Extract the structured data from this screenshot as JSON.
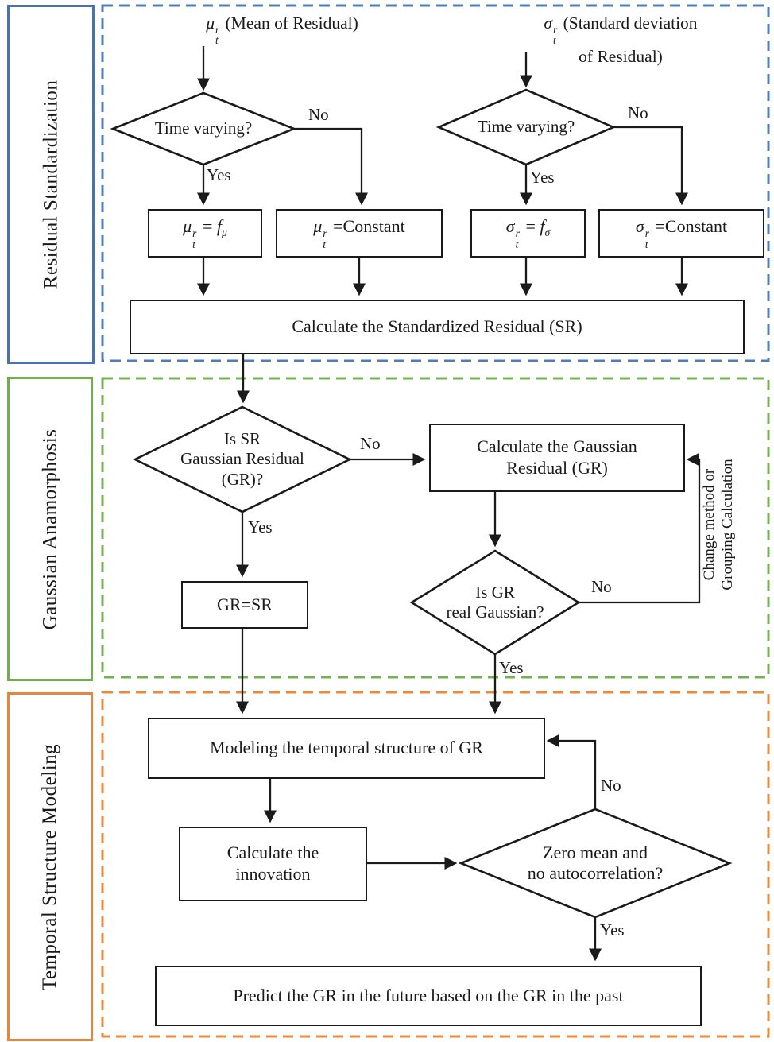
{
  "colors": {
    "section1_border": "#4a72ae",
    "section2_border": "#71ad4d",
    "section3_border": "#e8843c",
    "line": "#1a1a1a"
  },
  "sections": [
    {
      "label": "Residual Standardization"
    },
    {
      "label": "Gaussian Anamorphosis"
    },
    {
      "label": "Temporal Structure Modeling"
    }
  ],
  "inputs": {
    "mu": {
      "sym": "μ",
      "sup": "r",
      "sub": "t",
      "desc": " (Mean of Residual)"
    },
    "sigma": {
      "sym": "σ",
      "sup": "r",
      "sub": "t",
      "desc1": " (Standard deviation",
      "desc2": "of Residual)"
    }
  },
  "decisions": {
    "d1": "Time varying?",
    "d2": "Time varying?",
    "d3": [
      "Is SR",
      "Gaussian Residual",
      "(GR)?"
    ],
    "d4": [
      "Is GR",
      "real Gaussian?"
    ],
    "d5": [
      "Zero mean and",
      "no autocorrelation?"
    ]
  },
  "boxes": {
    "mu_f": {
      "sym": "μ",
      "sup": "r",
      "sub": "t",
      "mid": " = ",
      "f": "f",
      "fsub": "μ"
    },
    "mu_c": {
      "sym": "μ",
      "sup": "r",
      "sub": "t",
      "mid": " =Constant"
    },
    "sigma_f": {
      "sym": "σ",
      "sup": "r",
      "sub": "t",
      "mid": " = ",
      "f": "f",
      "fsub": "σ"
    },
    "sigma_c": {
      "sym": "σ",
      "sup": "r",
      "sub": "t",
      "mid": " =Constant"
    },
    "calc_sr": "Calculate the Standardized Residual (SR)",
    "calc_gr": [
      "Calculate the Gaussian",
      "Residual (GR)"
    ],
    "gr_sr": "GR=SR",
    "modeling": "Modeling the temporal structure of GR",
    "innovation": [
      "Calculate the",
      "innovation"
    ],
    "predict": "Predict the GR in the future based on the GR in the past"
  },
  "edge_labels": {
    "yes": "Yes",
    "no": "No",
    "feedback": [
      "Change method or",
      "Grouping Calculation"
    ]
  }
}
